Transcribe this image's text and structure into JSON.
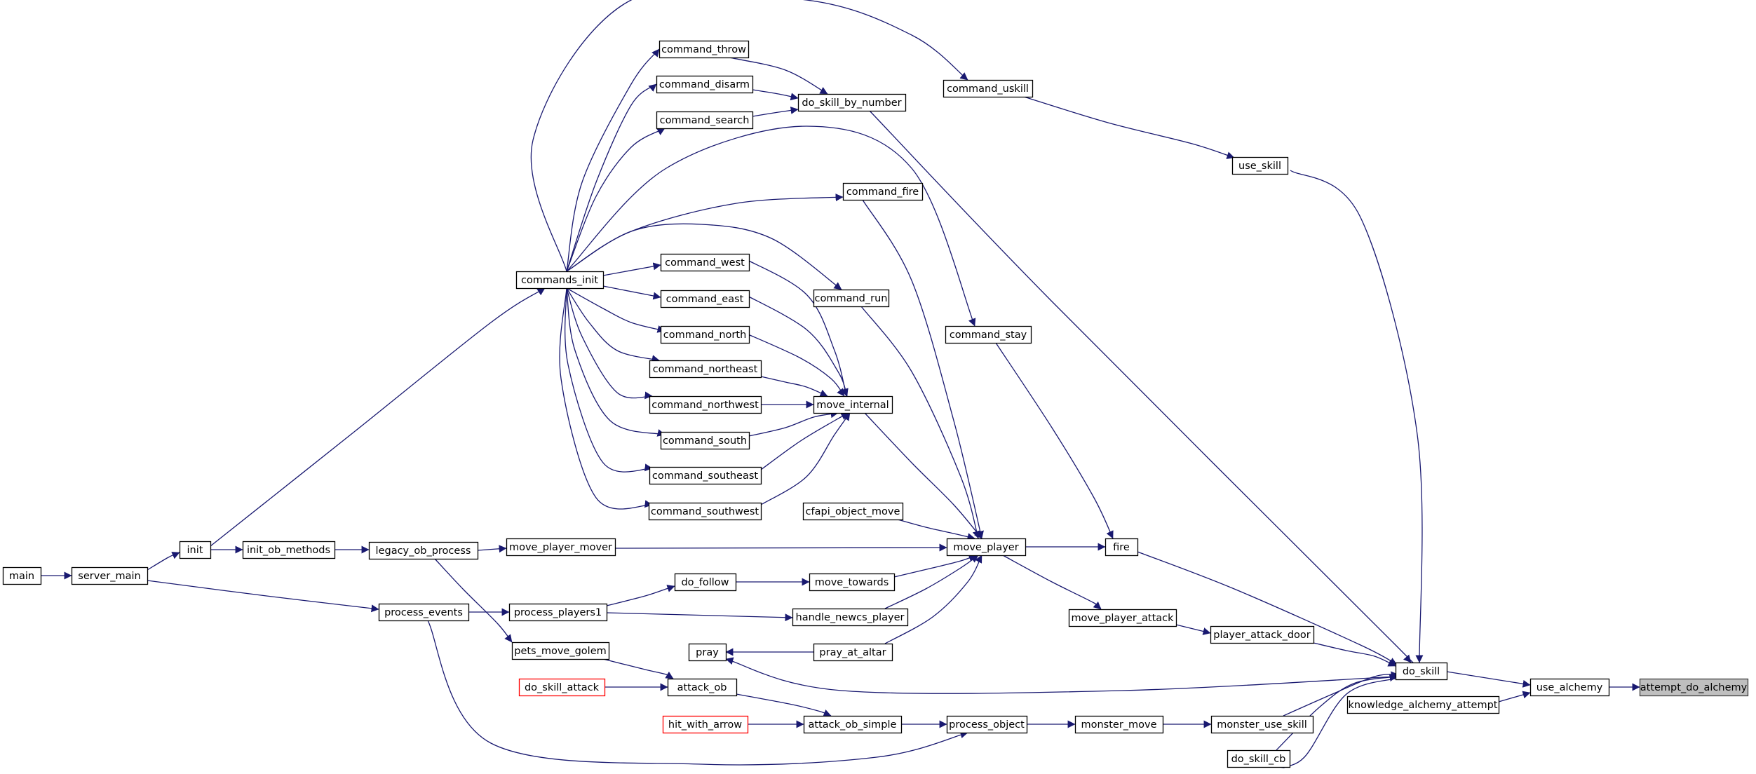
{
  "colors": {
    "edge": "#191970",
    "node_border": "#000000",
    "node_fill": "#ffffff",
    "highlight_fill": "#bfbfbf",
    "highlight_border": "#404040",
    "missing_border": "#ff0000",
    "text": "#000000"
  },
  "nodes": [
    {
      "id": "attempt_do_alchemy",
      "label": "attempt_do_alchemy",
      "style": "highlight"
    },
    {
      "id": "use_alchemy",
      "label": "use_alchemy"
    },
    {
      "id": "knowledge_alchemy_attempt",
      "label": "knowledge_alchemy_attempt"
    },
    {
      "id": "do_skill",
      "label": "do_skill"
    },
    {
      "id": "do_skill_cb",
      "label": "do_skill_cb"
    },
    {
      "id": "use_skill",
      "label": "use_skill"
    },
    {
      "id": "command_uskill",
      "label": "command_uskill"
    },
    {
      "id": "do_skill_by_number",
      "label": "do_skill_by_number"
    },
    {
      "id": "command_throw",
      "label": "command_throw"
    },
    {
      "id": "command_disarm",
      "label": "command_disarm"
    },
    {
      "id": "command_search",
      "label": "command_search"
    },
    {
      "id": "commands_init",
      "label": "commands_init"
    },
    {
      "id": "init",
      "label": "init"
    },
    {
      "id": "server_main",
      "label": "server_main"
    },
    {
      "id": "main",
      "label": "main"
    },
    {
      "id": "fire",
      "label": "fire"
    },
    {
      "id": "command_fire",
      "label": "command_fire"
    },
    {
      "id": "command_stay",
      "label": "command_stay"
    },
    {
      "id": "move_player",
      "label": "move_player"
    },
    {
      "id": "command_run",
      "label": "command_run"
    },
    {
      "id": "move_internal",
      "label": "move_internal"
    },
    {
      "id": "command_west",
      "label": "command_west"
    },
    {
      "id": "command_east",
      "label": "command_east"
    },
    {
      "id": "command_north",
      "label": "command_north"
    },
    {
      "id": "command_northeast",
      "label": "command_northeast"
    },
    {
      "id": "command_northwest",
      "label": "command_northwest"
    },
    {
      "id": "command_south",
      "label": "command_south"
    },
    {
      "id": "command_southeast",
      "label": "command_southeast"
    },
    {
      "id": "command_southwest",
      "label": "command_southwest"
    },
    {
      "id": "cfapi_object_move",
      "label": "cfapi_object_move"
    },
    {
      "id": "move_player_mover",
      "label": "move_player_mover"
    },
    {
      "id": "legacy_ob_process",
      "label": "legacy_ob_process"
    },
    {
      "id": "init_ob_methods",
      "label": "init_ob_methods"
    },
    {
      "id": "move_towards",
      "label": "move_towards"
    },
    {
      "id": "do_follow",
      "label": "do_follow"
    },
    {
      "id": "process_players1",
      "label": "process_players1"
    },
    {
      "id": "process_events",
      "label": "process_events"
    },
    {
      "id": "handle_newcs_player",
      "label": "handle_newcs_player"
    },
    {
      "id": "pray_at_altar",
      "label": "pray_at_altar"
    },
    {
      "id": "pray",
      "label": "pray"
    },
    {
      "id": "move_player_attack",
      "label": "move_player_attack"
    },
    {
      "id": "player_attack_door",
      "label": "player_attack_door"
    },
    {
      "id": "monster_use_skill",
      "label": "monster_use_skill"
    },
    {
      "id": "monster_move",
      "label": "monster_move"
    },
    {
      "id": "process_object",
      "label": "process_object"
    },
    {
      "id": "attack_ob_simple",
      "label": "attack_ob_simple"
    },
    {
      "id": "attack_ob",
      "label": "attack_ob"
    },
    {
      "id": "pets_move_golem",
      "label": "pets_move_golem"
    },
    {
      "id": "do_skill_attack",
      "label": "do_skill_attack",
      "style": "missing"
    },
    {
      "id": "hit_with_arrow",
      "label": "hit_with_arrow",
      "style": "missing"
    }
  ],
  "edges": [
    {
      "from": "use_alchemy",
      "to": "attempt_do_alchemy"
    },
    {
      "from": "do_skill",
      "to": "use_alchemy"
    },
    {
      "from": "knowledge_alchemy_attempt",
      "to": "use_alchemy"
    },
    {
      "from": "use_skill",
      "to": "do_skill"
    },
    {
      "from": "do_skill_by_number",
      "to": "do_skill"
    },
    {
      "from": "fire",
      "to": "do_skill"
    },
    {
      "from": "player_attack_door",
      "to": "do_skill"
    },
    {
      "from": "monster_use_skill",
      "to": "do_skill"
    },
    {
      "from": "do_skill_cb",
      "to": "do_skill"
    },
    {
      "from": "do_skill",
      "to": "pray"
    },
    {
      "from": "do_skill",
      "to": "do_skill_cb"
    },
    {
      "from": "command_uskill",
      "to": "use_skill"
    },
    {
      "from": "commands_init",
      "to": "command_uskill"
    },
    {
      "from": "command_throw",
      "to": "do_skill_by_number"
    },
    {
      "from": "command_disarm",
      "to": "do_skill_by_number"
    },
    {
      "from": "command_search",
      "to": "do_skill_by_number"
    },
    {
      "from": "commands_init",
      "to": "command_throw"
    },
    {
      "from": "commands_init",
      "to": "command_disarm"
    },
    {
      "from": "commands_init",
      "to": "command_search"
    },
    {
      "from": "commands_init",
      "to": "command_fire"
    },
    {
      "from": "commands_init",
      "to": "command_stay"
    },
    {
      "from": "commands_init",
      "to": "command_run"
    },
    {
      "from": "commands_init",
      "to": "command_west"
    },
    {
      "from": "commands_init",
      "to": "command_east"
    },
    {
      "from": "commands_init",
      "to": "command_north"
    },
    {
      "from": "commands_init",
      "to": "command_northeast"
    },
    {
      "from": "commands_init",
      "to": "command_northwest"
    },
    {
      "from": "commands_init",
      "to": "command_south"
    },
    {
      "from": "commands_init",
      "to": "command_southeast"
    },
    {
      "from": "commands_init",
      "to": "command_southwest"
    },
    {
      "from": "init",
      "to": "commands_init"
    },
    {
      "from": "server_main",
      "to": "init"
    },
    {
      "from": "main",
      "to": "server_main"
    },
    {
      "from": "init",
      "to": "init_ob_methods"
    },
    {
      "from": "init_ob_methods",
      "to": "legacy_ob_process"
    },
    {
      "from": "command_stay",
      "to": "fire"
    },
    {
      "from": "move_player",
      "to": "fire"
    },
    {
      "from": "command_fire",
      "to": "move_player"
    },
    {
      "from": "command_run",
      "to": "move_player"
    },
    {
      "from": "move_internal",
      "to": "move_player"
    },
    {
      "from": "cfapi_object_move",
      "to": "move_player"
    },
    {
      "from": "move_player_mover",
      "to": "move_player"
    },
    {
      "from": "move_towards",
      "to": "move_player"
    },
    {
      "from": "handle_newcs_player",
      "to": "move_player"
    },
    {
      "from": "pray_at_altar",
      "to": "move_player"
    },
    {
      "from": "command_west",
      "to": "move_internal"
    },
    {
      "from": "command_east",
      "to": "move_internal"
    },
    {
      "from": "command_north",
      "to": "move_internal"
    },
    {
      "from": "command_northeast",
      "to": "move_internal"
    },
    {
      "from": "command_northwest",
      "to": "move_internal"
    },
    {
      "from": "command_south",
      "to": "move_internal"
    },
    {
      "from": "command_southeast",
      "to": "move_internal"
    },
    {
      "from": "command_southwest",
      "to": "move_internal"
    },
    {
      "from": "legacy_ob_process",
      "to": "move_player_mover"
    },
    {
      "from": "do_follow",
      "to": "move_towards"
    },
    {
      "from": "process_players1",
      "to": "do_follow"
    },
    {
      "from": "process_players1",
      "to": "handle_newcs_player"
    },
    {
      "from": "process_events",
      "to": "process_players1"
    },
    {
      "from": "server_main",
      "to": "process_events"
    },
    {
      "from": "pray_at_altar",
      "to": "pray"
    },
    {
      "from": "move_player",
      "to": "move_player_attack"
    },
    {
      "from": "move_player_attack",
      "to": "player_attack_door"
    },
    {
      "from": "monster_move",
      "to": "monster_use_skill"
    },
    {
      "from": "process_object",
      "to": "monster_move"
    },
    {
      "from": "attack_ob_simple",
      "to": "process_object"
    },
    {
      "from": "process_events",
      "to": "process_object"
    },
    {
      "from": "hit_with_arrow",
      "to": "attack_ob_simple"
    },
    {
      "from": "attack_ob",
      "to": "attack_ob_simple"
    },
    {
      "from": "do_skill_attack",
      "to": "attack_ob"
    },
    {
      "from": "pets_move_golem",
      "to": "attack_ob"
    },
    {
      "from": "legacy_ob_process",
      "to": "pets_move_golem"
    }
  ]
}
